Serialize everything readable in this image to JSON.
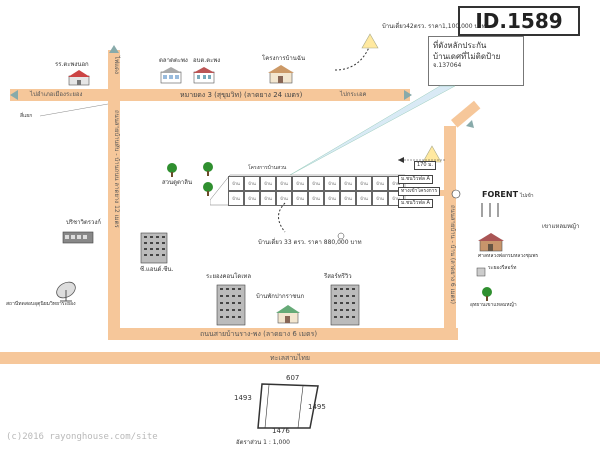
{
  "header": {
    "id_label": "ID.1589",
    "callout_line1": "ที่ดังหลักประกัน",
    "callout_line2": "บ้านเดศที่ไม่ติดป้าย",
    "callout_line3": "จ.137064"
  },
  "roads": {
    "top_road": "หมายดง 3 (สุขุมวิท) (ลาดยาง 24 เมตร)",
    "to_chonburi": "ไปอำเภอเมืองระยอง",
    "to_east": "ไปกระเอค",
    "left_road": "ถนนสายบ้านทับ - บ้านถนน ลาดยาง 12 เมตร",
    "right_road": "ถนนสายบ้าน - บ้าน (ลาดยาง 6 เมตร)",
    "bottom_road": "ถนนสายบ้านราง-พง (ลาดยาง 6 เมตร)",
    "bottom_road2": "ทะเลสาบไทย",
    "left_junction": "ไฟแดง",
    "junction_label": "สี่แยก"
  },
  "landmarks": {
    "school": "รร.ตะพงนอก",
    "market": "ตลาดตะพง",
    "tambon": "อบต.ตะพง",
    "project": "โครงการบ้านฉัน",
    "price_top": "บ้านเดี่ยว42ตรว. ราคา1,100,000 บาท",
    "park": "สวนดูตาลิน",
    "project_name": "โครงการบ้านสวน",
    "price_mid": "บ้านเดี่ยว 33 ตรว. ราคา 880,000 บาท",
    "distance": "170 ม.",
    "entrance": "ทางเข้าโครงการ",
    "tag1": "ม.ชนวิวฟล A",
    "tag2": "ม.ชนวิวฟล A",
    "plant": "ปริชาวิตรวงก์",
    "condo": "ซี.แอนด์.ซีน.",
    "factory": "สถานีทดสอบอุตุนิยมวิทยาระยอง",
    "mid_building": "ระยองคอนโดเทล",
    "house": "บ้านพักปากราชนก",
    "resort": "รีสอร์ทรีวิว",
    "forent": "FORENT",
    "forent_sub": "ไปเข้า",
    "right_1": "เขาแหลมหญ้า",
    "right_2": "ศาลหลวงพ่อกรมหลวงชุมพร",
    "right_3": "ระยองรีสอร์ท",
    "right_4": "อุทยานเขาแหลมหญ้า"
  },
  "plot": {
    "top": "607",
    "left": "1493",
    "right": "1495",
    "bottom": "1476",
    "scale": "อัตราส่วน 1 : 1,000"
  },
  "footer": {
    "copyright": "(c)2016 rayonghouse.com/site"
  },
  "colors": {
    "road": "#f6c79a",
    "road_text": "#555555",
    "id_bg": "#ffffff",
    "callout_bg": "#ffffff",
    "tree": "#2f8f2f"
  },
  "plots": {
    "row1": [
      "บ้าน",
      "บ้าน",
      "บ้าน",
      "บ้าน",
      "บ้าน",
      "บ้าน",
      "บ้าน",
      "บ้าน",
      "บ้าน",
      "บ้าน",
      "บ้าน"
    ],
    "row2": [
      "บ้าน",
      "บ้าน",
      "บ้าน",
      "บ้าน",
      "บ้าน",
      "บ้าน",
      "บ้าน",
      "บ้าน",
      "บ้าน",
      "บ้าน",
      "บ้าน"
    ]
  }
}
